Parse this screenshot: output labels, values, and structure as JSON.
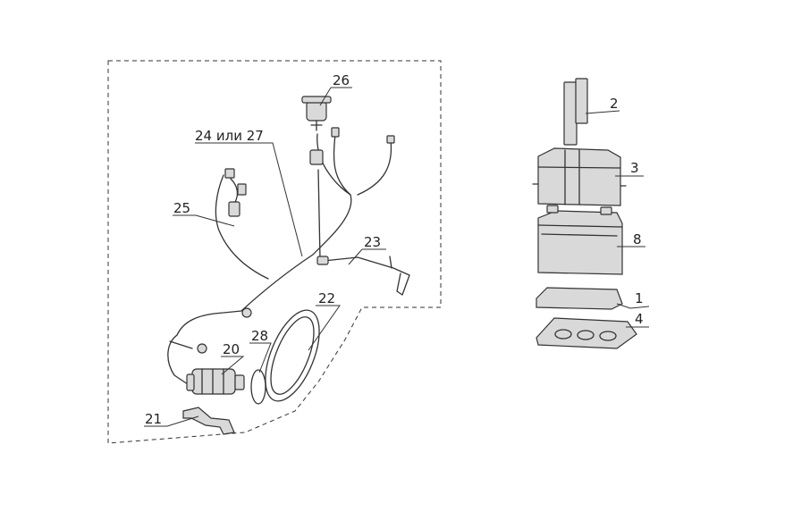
{
  "callouts": [
    {
      "id": "c26",
      "text": "26"
    },
    {
      "id": "c24",
      "text": "24 или 27"
    },
    {
      "id": "c25",
      "text": "25"
    },
    {
      "id": "c23",
      "text": "23"
    },
    {
      "id": "c22",
      "text": "22"
    },
    {
      "id": "c28",
      "text": "28"
    },
    {
      "id": "c20",
      "text": "20"
    },
    {
      "id": "c21",
      "text": "21"
    },
    {
      "id": "c2",
      "text": "2"
    },
    {
      "id": "c3",
      "text": "3"
    },
    {
      "id": "c8",
      "text": "8"
    },
    {
      "id": "c1",
      "text": "1"
    },
    {
      "id": "c4",
      "text": "4"
    }
  ]
}
